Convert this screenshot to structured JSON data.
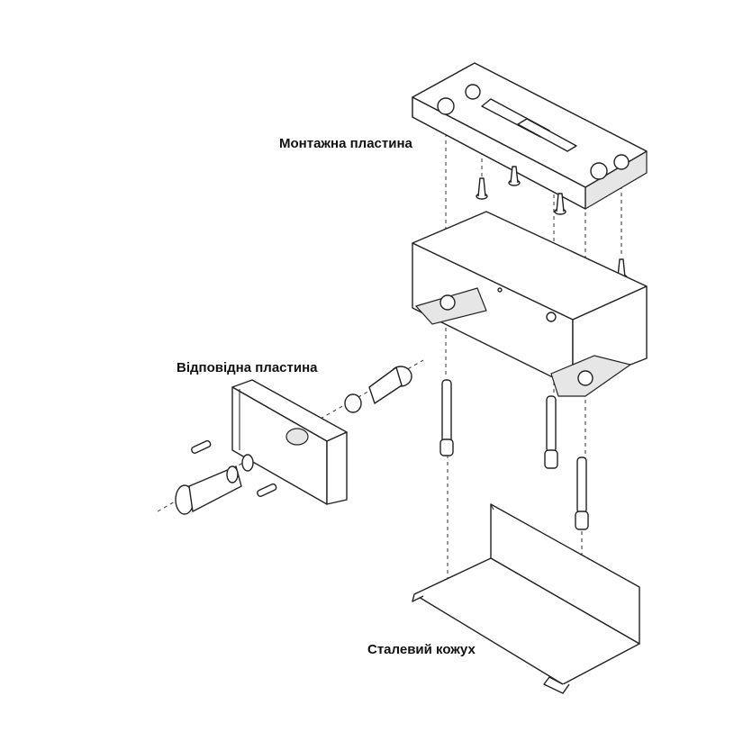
{
  "labels": {
    "mounting_plate": "Монтажна пластина",
    "counter_plate": "Відповідна пластина",
    "steel_cover": "Сталевий кожух"
  }
}
